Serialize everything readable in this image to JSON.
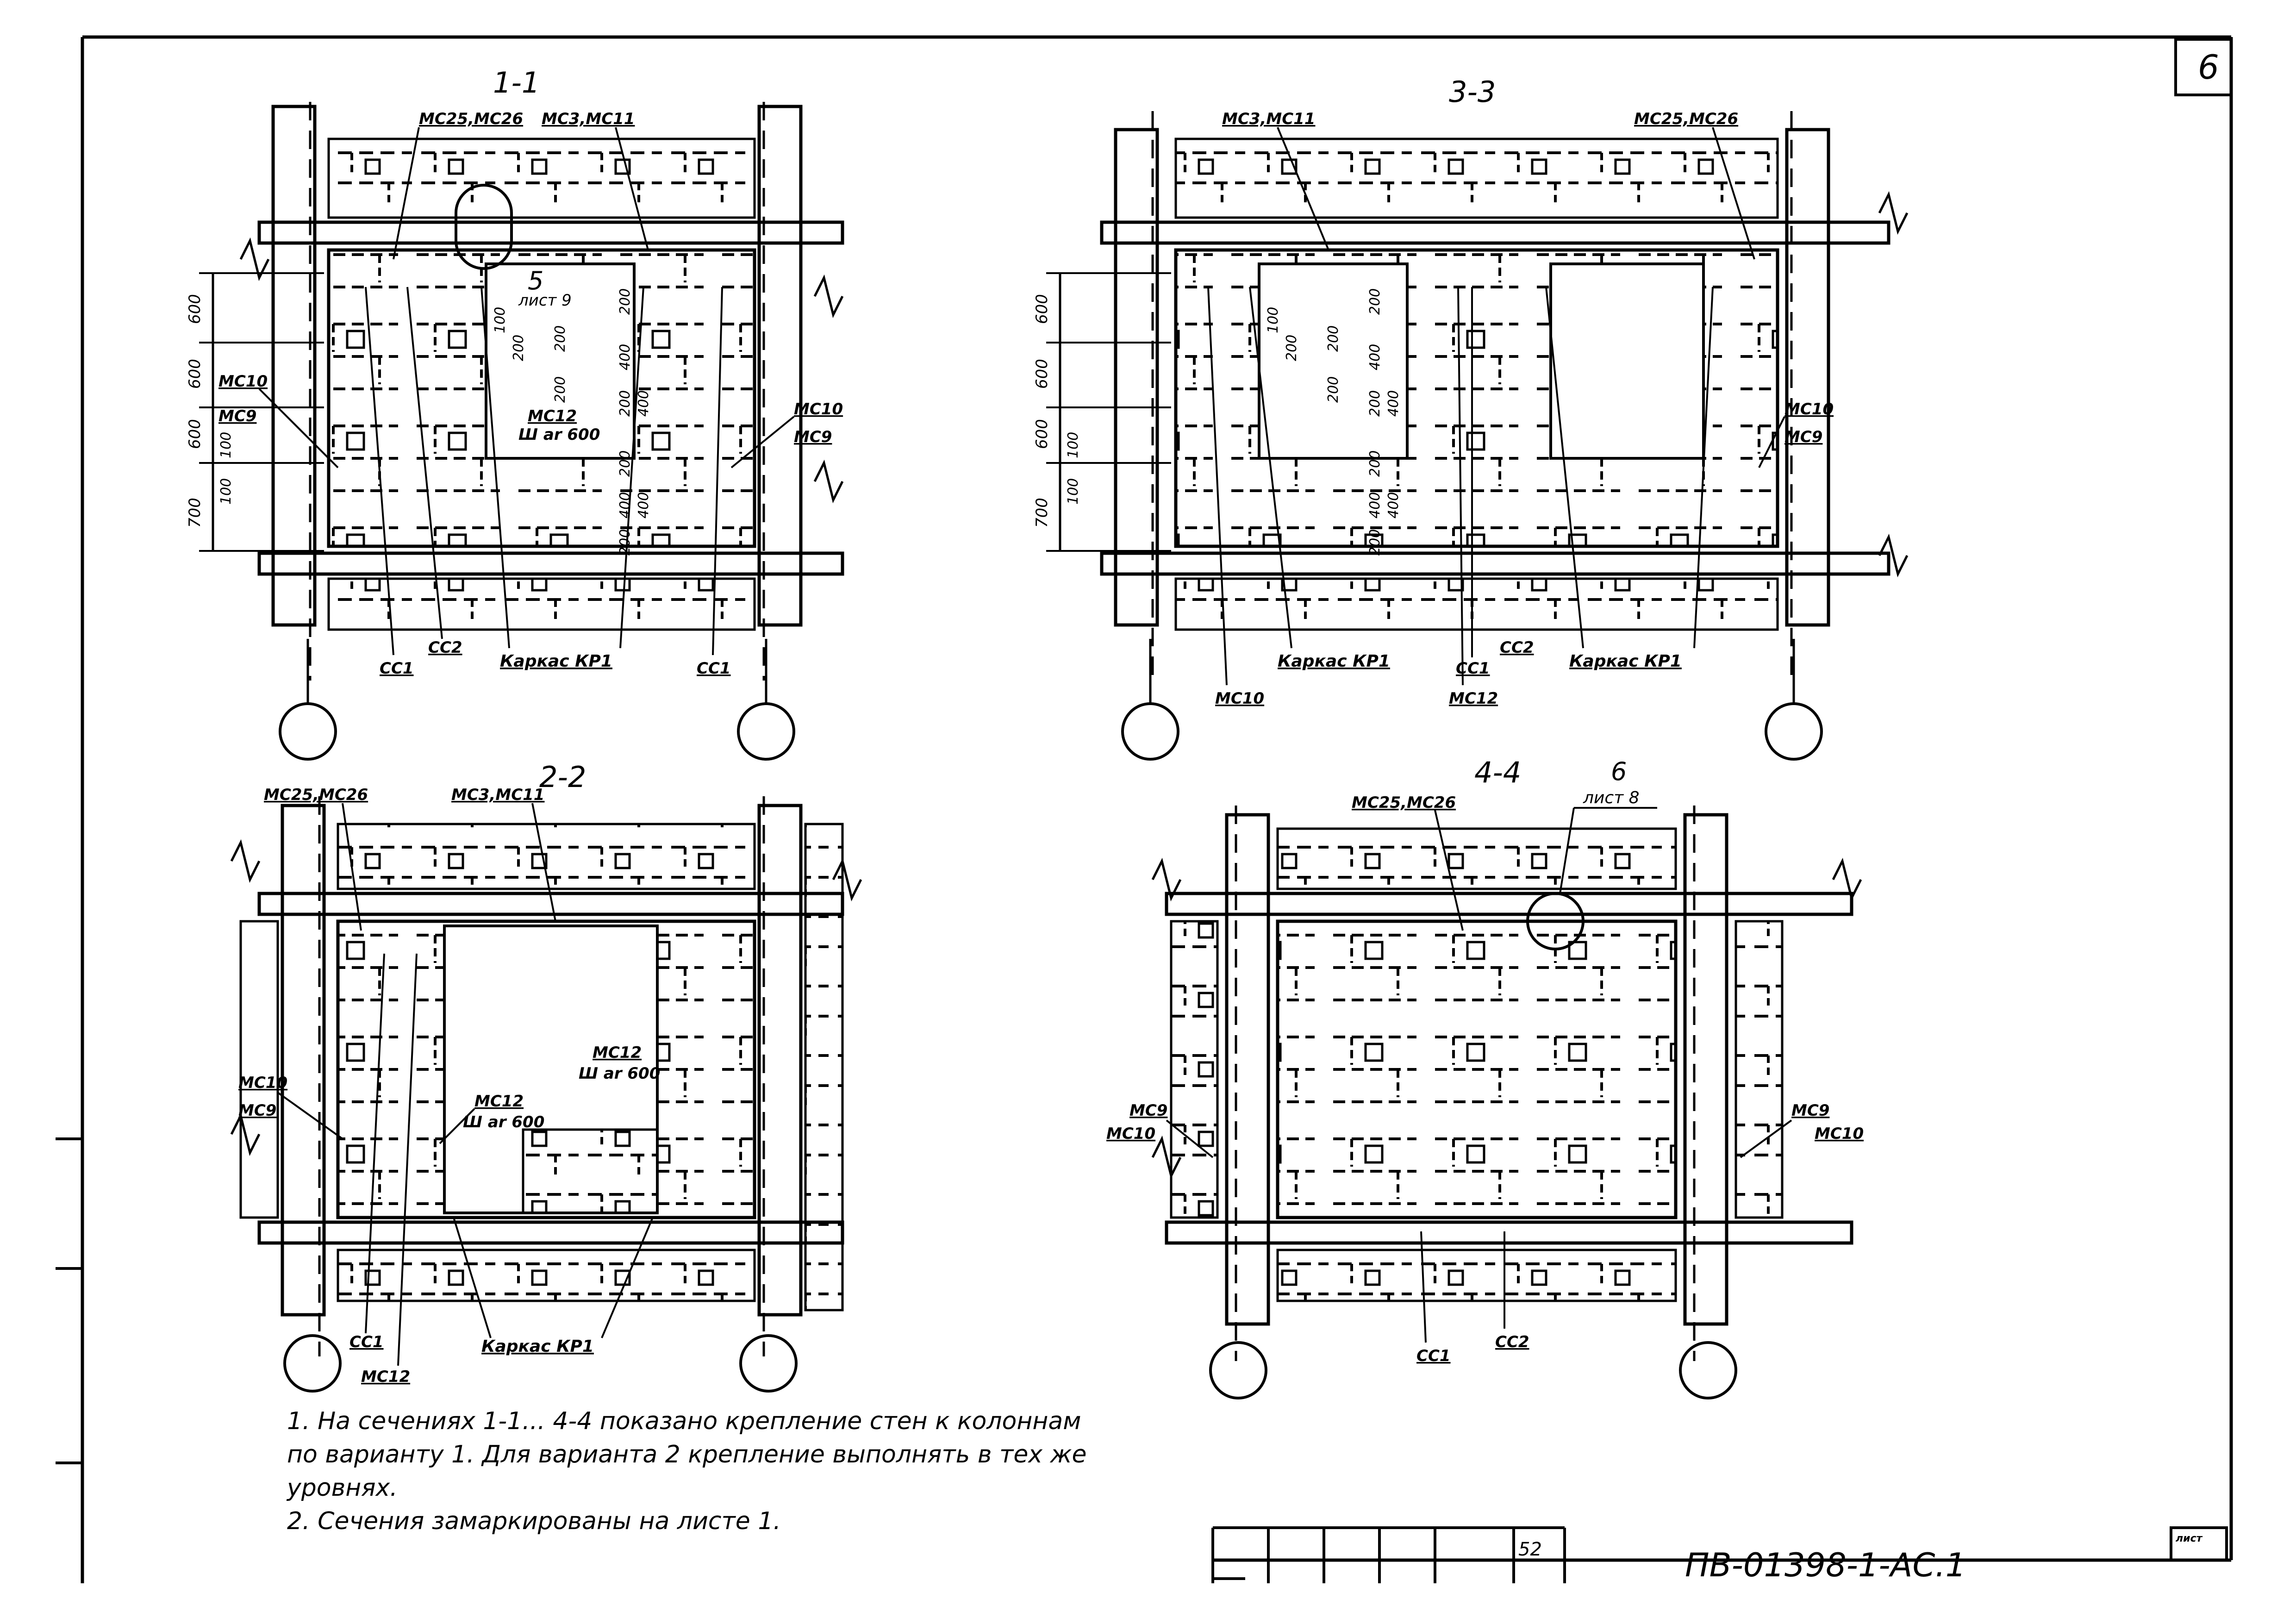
{
  "sheet": {
    "page_number": "6",
    "stamp_cell": "52",
    "stamp_label": "лист",
    "document_code": "ПВ-01398-1-АС.1"
  },
  "sections": [
    {
      "title": "1-1",
      "top_labels": [
        "МС25,МС26",
        "МС3,МС11"
      ],
      "left_labels": [
        "МС10",
        "МС9"
      ],
      "right_labels": [
        "МС10",
        "МС9"
      ],
      "bottom_labels": [
        "СС1",
        "СС2",
        "Каркас КР1",
        "СС1"
      ],
      "inner_labels": [
        "МС12",
        "Ш ar 600"
      ],
      "callout": {
        "number": "5",
        "sheet": "лист 9"
      },
      "left_dims": [
        "600",
        "600",
        "600",
        "700",
        "100",
        "100"
      ],
      "inner_dims": [
        "100",
        "200",
        "200",
        "200",
        "200",
        "400",
        "200",
        "400",
        "200",
        "400",
        "200",
        "400"
      ]
    },
    {
      "title": "3-3",
      "top_labels": [
        "МС3,МС11",
        "МС25,МС26"
      ],
      "left_labels": [],
      "right_labels": [
        "МС10",
        "МС9"
      ],
      "bottom_labels": [
        "МС10",
        "Каркас КР1",
        "МС12",
        "СС1",
        "СС2",
        "Каркас КР1"
      ],
      "inner_labels": [],
      "left_dims": [
        "600",
        "600",
        "600",
        "700",
        "100",
        "100"
      ],
      "inner_dims": [
        "100",
        "200",
        "200",
        "200",
        "200",
        "400",
        "200",
        "400",
        "200",
        "400",
        "200",
        "400"
      ]
    },
    {
      "title": "2-2",
      "top_labels": [
        "МС25,МС26",
        "МС3,МС11"
      ],
      "left_labels": [
        "МС10",
        "МС9"
      ],
      "right_labels": [],
      "bottom_labels": [
        "СС1",
        "МС12",
        "Каркас КР1"
      ],
      "inner_labels": [
        "МС12",
        "Ш ar 600",
        "МС12",
        "Ш ar 600"
      ]
    },
    {
      "title": "4-4",
      "top_labels": [
        "МС25,МС26"
      ],
      "left_labels": [
        "МС9",
        "МС10"
      ],
      "right_labels": [
        "МС9",
        "МС10"
      ],
      "bottom_labels": [
        "СС1",
        "СС2"
      ],
      "inner_labels": [],
      "callout": {
        "number": "6",
        "sheet": "лист 8"
      }
    }
  ],
  "notes": [
    "1. На сечениях 1-1... 4-4 показано крепление стен к колоннам",
    "по варианту 1. Для варианта 2 крепление выполнять в тех же",
    "уровнях.",
    "2. Сечения замаркированы на листе 1."
  ]
}
